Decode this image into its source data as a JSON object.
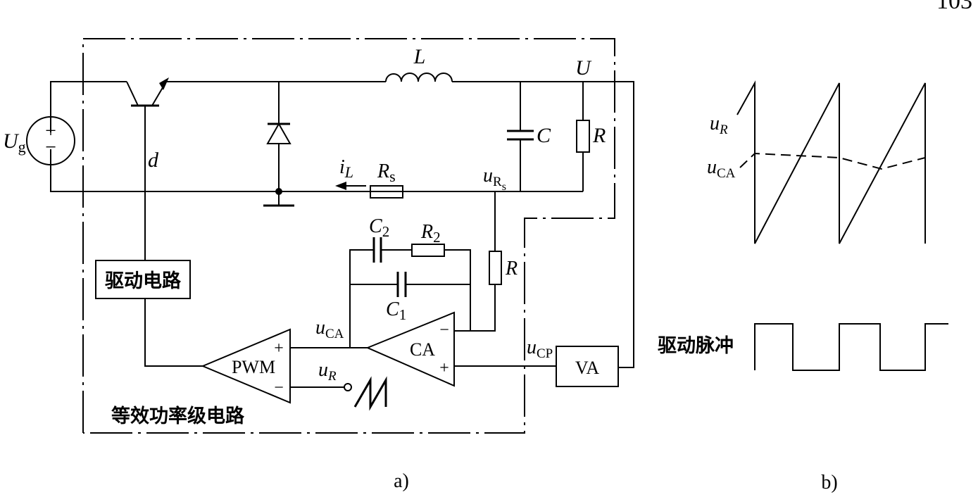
{
  "page_number": "103",
  "circuit": {
    "source_label": "U",
    "source_sub": "g",
    "plus_sign": "+",
    "minus_sign": "−",
    "inductor_label": "L",
    "output_label": "U",
    "capacitor_label": "C",
    "load_label": "R",
    "duty_label": "d",
    "current_label": "i",
    "current_sub": "L",
    "sense_res_label": "R",
    "sense_res_sub": "s",
    "sense_voltage_label": "u",
    "sense_voltage_sub": "R",
    "sense_voltage_subsub": "s",
    "c2_label": "C",
    "c2_sub": "2",
    "r2_label": "R",
    "r2_sub": "2",
    "c1_label": "C",
    "c1_sub": "1",
    "r_in_label": "R",
    "driver_box": "驱动电路",
    "pwm_label": "PWM",
    "pwm_plus": "+",
    "pwm_minus": "−",
    "ca_label": "CA",
    "ca_minus": "−",
    "ca_plus": "+",
    "uca_label": "u",
    "uca_sub": "CA",
    "ur_label": "u",
    "ur_sub": "R",
    "ucp_label": "u",
    "ucp_sub": "CP",
    "va_label": "VA",
    "power_stage_caption": "等效功率级电路",
    "panel_label": "a)"
  },
  "waveforms": {
    "ur_label": "u",
    "ur_sub": "R",
    "uca_label": "u",
    "uca_sub": "CA",
    "pulse_label": "驱动脉冲",
    "panel_label": "b)"
  }
}
